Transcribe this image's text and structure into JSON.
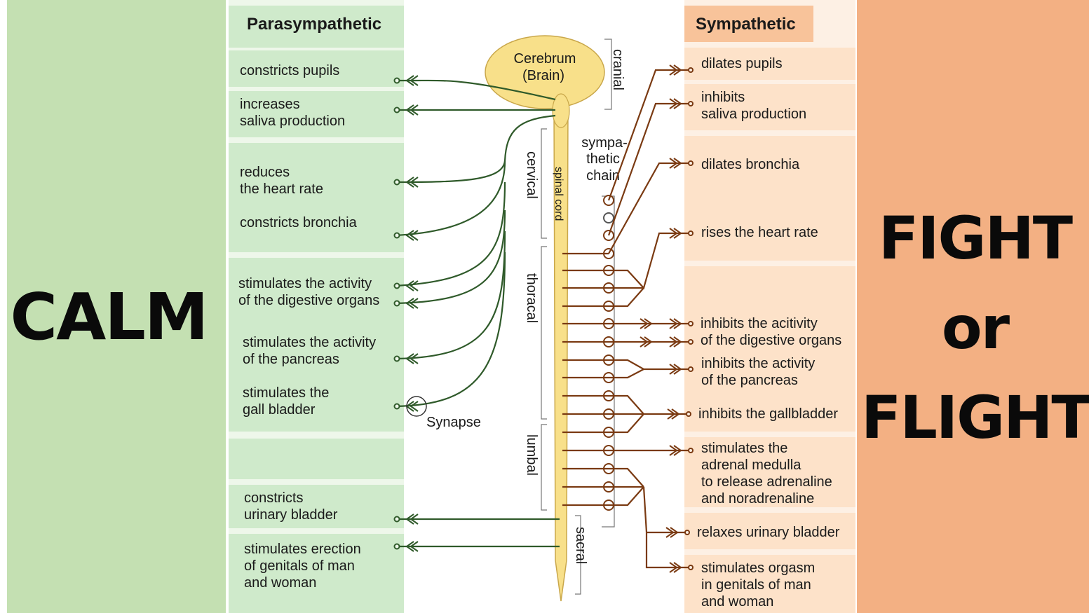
{
  "calm_label": "CALM",
  "fight_label": [
    "FIGHT",
    "or",
    "FLIGHT"
  ],
  "parasympathetic_header": "Parasympathetic",
  "sympathetic_header": "Sympathetic",
  "parasympathetic_effects": [
    [
      "constricts pupils"
    ],
    [
      "increases",
      "saliva production"
    ],
    [
      "reduces",
      "the heart rate"
    ],
    [
      "constricts bronchia"
    ],
    [
      "stimulates the activity",
      "of the digestive organs"
    ],
    [
      "stimulates the activity",
      "of the pancreas"
    ],
    [
      "stimulates the",
      "gall bladder"
    ],
    [
      "constricts",
      "urinary bladder"
    ],
    [
      "stimulates erection",
      "of genitals of man",
      "and woman"
    ]
  ],
  "sympathetic_effects": [
    [
      "dilates pupils"
    ],
    [
      "inhibits",
      "saliva production"
    ],
    [
      "dilates bronchia"
    ],
    [
      "rises the heart rate"
    ],
    [
      "inhibits the acitivity",
      "of the digestive organs"
    ],
    [
      "inhibits the activity",
      "of the pancreas"
    ],
    [
      "inhibits the gallbladder"
    ],
    [
      "stimulates the",
      "adrenal medulla",
      "to release adrenaline",
      "and noradrenaline"
    ],
    [
      "relaxes urinary bladder"
    ],
    [
      "stimulates orgasm",
      "in genitals of man",
      "and woman"
    ]
  ],
  "brain_label": [
    "Cerebrum",
    "(Brain)"
  ],
  "region_labels": {
    "cranial": "cranial",
    "cervical": "cervical",
    "spinal_cord": "spinal cord",
    "thoracal": "thoracal",
    "lumbal": "lumbal",
    "sacral": "sacral"
  },
  "chain_label": [
    "sympa-",
    "thetic",
    "chain"
  ],
  "synapse_label": "Synapse",
  "colors": {
    "calm_band": "#c4e0b2",
    "fight_band": "#f3b083",
    "parasympathetic_nerve": "#2f5a2a",
    "sympathetic_nerve": "#7a3a12",
    "spinal_cord": "#f8e08a"
  }
}
